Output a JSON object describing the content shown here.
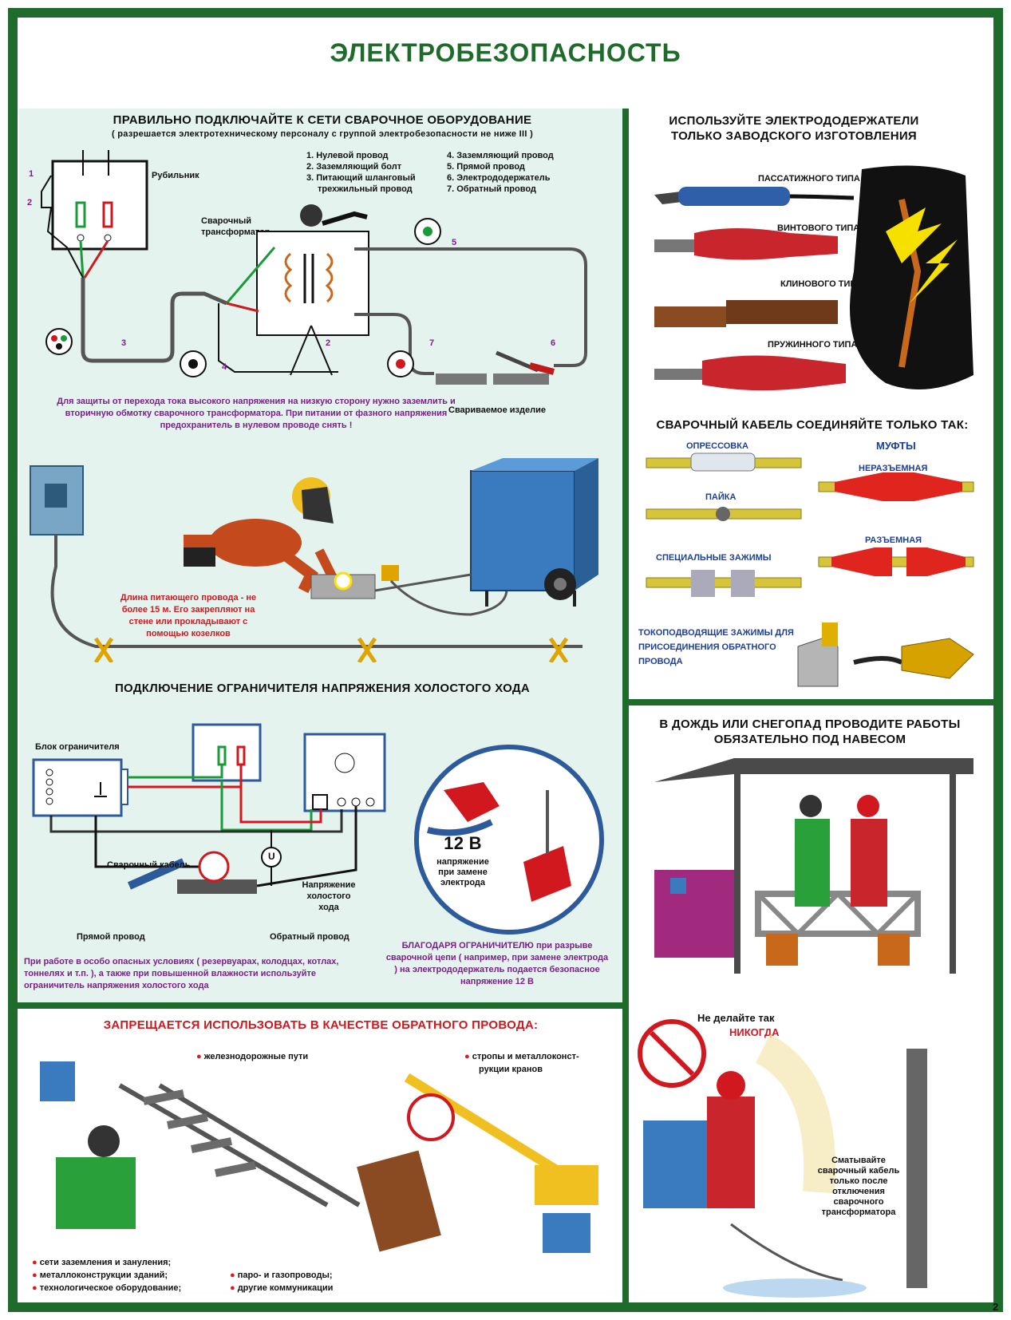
{
  "title": "ЭЛЕКТРОБЕЗОПАСНОСТЬ",
  "page_number": "2",
  "section1": {
    "heading": "ПРАВИЛЬНО ПОДКЛЮЧАЙТЕ К СЕТИ СВАРОЧНОЕ ОБОРУДОВАНИЕ",
    "subheading": "( разрешается электротехническому персоналу с группой электробезопасности не ниже III )",
    "legend_left": [
      "1. Нулевой провод",
      "2. Заземляющий болт",
      "3. Питающий шланговый",
      "трехжильный провод"
    ],
    "legend_right": [
      "4. Заземляющий провод",
      "5. Прямой провод",
      "6. Электрододержатель",
      "7. Обратный провод"
    ],
    "label_switch": "Рубильник",
    "label_transformer": "Сварочный трансформатор",
    "label_workpiece": "Свариваемое изделие",
    "numbers": [
      "1",
      "2",
      "3",
      "4",
      "5",
      "6",
      "7",
      "2"
    ],
    "note": "Для защиты от перехода тока высокого напряжения на низкую сторону нужно заземлить и вторичную обмотку сварочного трансформатора. При питании от фазного напряжения предохранитель в нулевом проводе снять !",
    "cable_note": "Длина питающего провода - не более 15 м. Его закрепляют на стене или прокладывают с помощью козелков"
  },
  "section2": {
    "heading": "ПОДКЛЮЧЕНИЕ ОГРАНИЧИТЕЛЯ НАПРЯЖЕНИЯ ХОЛОСТОГО ХОДА",
    "label_block": "Блок ограничителя",
    "label_cable": "Сварочный кабель",
    "label_direct": "Прямой провод",
    "label_return": "Обратный провод",
    "label_voltage": "Напряжение холостого хода",
    "meter_symbol": "U",
    "voltage_value": "12 В",
    "voltage_caption": "напряжение при замене электрода",
    "note_left": "При работе в особо опасных условиях ( резервуарах, колодцах, котлах, тоннелях и т.п. ), а также при повышенной влажности используйте  ограничитель  напряжения  холостого  хода",
    "note_right": "БЛАГОДАРЯ ОГРАНИЧИТЕЛЮ при разрыве сварочной цепи ( например, при замене электрода ) на электрододержатель подается безопасное напряжение 12 В"
  },
  "section3": {
    "heading": "ИСПОЛЬЗУЙТЕ ЭЛЕКТРОДОДЕРЖАТЕЛИ ТОЛЬКО ЗАВОДСКОГО ИЗГОТОВЛЕНИЯ",
    "holders": [
      "ПАССАТИЖНОГО ТИПА",
      "ВИНТОВОГО ТИПА",
      "КЛИНОВОГО ТИПА",
      "ПРУЖИННОГО ТИПА"
    ]
  },
  "section4": {
    "heading": "СВАРОЧНЫЙ КАБЕЛЬ СОЕДИНЯЙТЕ ТОЛЬКО ТАК:",
    "left": [
      "ОПРЕССОВКА",
      "ПАЙКА",
      "СПЕЦИАЛЬНЫЕ ЗАЖИМЫ"
    ],
    "couplings_title": "МУФТЫ",
    "right": [
      "НЕРАЗЪЕМНАЯ",
      "РАЗЪЕМНАЯ"
    ],
    "clamps": "ТОКОПОДВОДЯЩИЕ ЗАЖИМЫ ДЛЯ ПРИСОЕДИНЕНИЯ ОБРАТНОГО ПРОВОДА"
  },
  "section5": {
    "heading": "В ДОЖДЬ ИЛИ СНЕГОПАД ПРОВОДИТЕ РАБОТЫ ОБЯЗАТЕЛЬНО ПОД НАВЕСОМ",
    "warning_top": "Не делайте так",
    "warning_bottom": "НИКОГДА",
    "note": "Сматывайте сварочный кабель только после отключения сварочного трансформатора"
  },
  "section6": {
    "heading": "ЗАПРЕЩАЕТСЯ ИСПОЛЬЗОВАТЬ В КАЧЕСТВЕ ОБРАТНОГО ПРОВОДА:",
    "items_top_left": [
      "железнодорожные пути"
    ],
    "items_top_right": [
      "стропы и металлоконст-",
      "рукции кранов"
    ],
    "items_bottom_left": [
      "сети заземления и зануления;",
      "металлоконструкции зданий;",
      "технологическое оборудование;"
    ],
    "items_bottom_right": [
      "паро- и газопроводы;",
      "другие коммуникации"
    ]
  },
  "colors": {
    "frame": "#1f6b2c",
    "panel": "#e4f3ee",
    "accent_red": "#d0181e",
    "note_purple": "#7a1f8a",
    "label_blue": "#1b3f9a"
  }
}
